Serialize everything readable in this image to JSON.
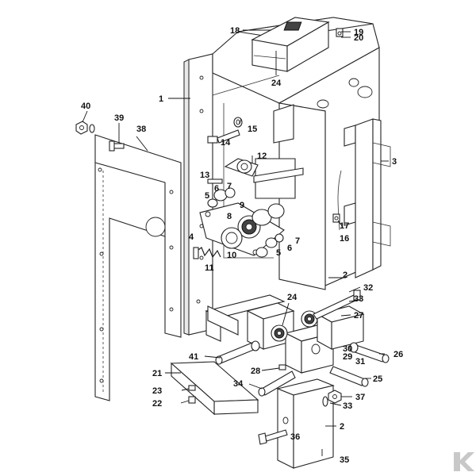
{
  "callouts": [
    {
      "id": "1",
      "text": "1"
    },
    {
      "id": "2a",
      "text": "2"
    },
    {
      "id": "2b",
      "text": "2"
    },
    {
      "id": "3",
      "text": "3"
    },
    {
      "id": "4",
      "text": "4"
    },
    {
      "id": "5a",
      "text": "5"
    },
    {
      "id": "5b",
      "text": "5"
    },
    {
      "id": "6a",
      "text": "6"
    },
    {
      "id": "6b",
      "text": "6"
    },
    {
      "id": "7a",
      "text": "7"
    },
    {
      "id": "7b",
      "text": "7"
    },
    {
      "id": "8",
      "text": "8"
    },
    {
      "id": "9",
      "text": "9"
    },
    {
      "id": "10",
      "text": "10"
    },
    {
      "id": "11",
      "text": "11"
    },
    {
      "id": "12",
      "text": "12"
    },
    {
      "id": "13",
      "text": "13"
    },
    {
      "id": "14",
      "text": "14"
    },
    {
      "id": "15",
      "text": "15"
    },
    {
      "id": "16",
      "text": "16"
    },
    {
      "id": "17",
      "text": "17"
    },
    {
      "id": "18",
      "text": "18"
    },
    {
      "id": "19",
      "text": "19"
    },
    {
      "id": "20",
      "text": "20"
    },
    {
      "id": "21",
      "text": "21"
    },
    {
      "id": "22",
      "text": "22"
    },
    {
      "id": "23",
      "text": "23"
    },
    {
      "id": "24a",
      "text": "24"
    },
    {
      "id": "24b",
      "text": "24"
    },
    {
      "id": "25",
      "text": "25"
    },
    {
      "id": "26",
      "text": "26"
    },
    {
      "id": "27",
      "text": "27"
    },
    {
      "id": "28",
      "text": "28"
    },
    {
      "id": "29",
      "text": "29"
    },
    {
      "id": "30",
      "text": "30"
    },
    {
      "id": "31",
      "text": "31"
    },
    {
      "id": "32",
      "text": "32"
    },
    {
      "id": "33a",
      "text": "33"
    },
    {
      "id": "33b",
      "text": "33"
    },
    {
      "id": "34",
      "text": "34"
    },
    {
      "id": "35",
      "text": "35"
    },
    {
      "id": "36",
      "text": "36"
    },
    {
      "id": "37",
      "text": "37"
    },
    {
      "id": "38",
      "text": "38"
    },
    {
      "id": "39",
      "text": "39"
    },
    {
      "id": "40",
      "text": "40"
    },
    {
      "id": "41",
      "text": "41"
    }
  ],
  "logo": {
    "text": "K",
    "color": "#c8c8c8"
  }
}
